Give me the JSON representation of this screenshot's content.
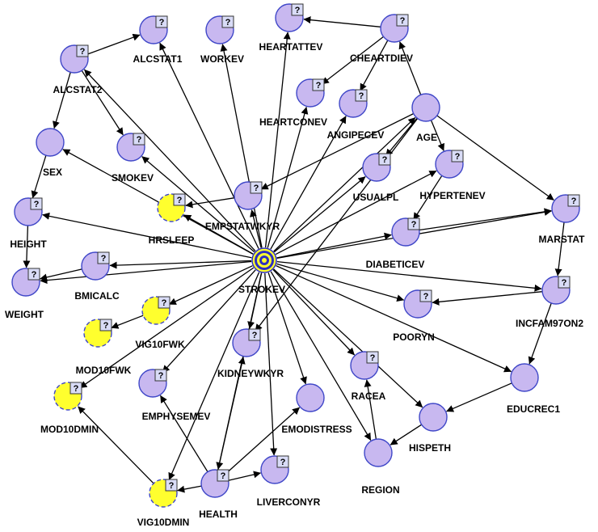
{
  "colors": {
    "node_fill": "#c8b8f0",
    "node_stroke": "#3f47c8",
    "hidden_fill": "#ffff2e",
    "target_ring": "#2d2fc0",
    "target_fill": "#ffff2e",
    "badge_fill": "#d9dcf7",
    "edge": "#000000"
  },
  "nodes": [
    {
      "id": "ALCSTAT1",
      "label": "ALCSTAT1",
      "badge": "?",
      "type": "normal"
    },
    {
      "id": "WORKEV",
      "label": "WORKEV",
      "badge": "?",
      "type": "normal"
    },
    {
      "id": "HEARTATTEV",
      "label": "HEARTATTEV",
      "badge": "?",
      "type": "normal"
    },
    {
      "id": "CHEARTDIEV",
      "label": "CHEARTDIEV",
      "badge": "?",
      "type": "normal"
    },
    {
      "id": "ALCSTAT2",
      "label": "ALCSTAT2",
      "badge": "?",
      "type": "normal"
    },
    {
      "id": "HEARTCONEV",
      "label": "HEARTCONEV",
      "badge": "?",
      "type": "normal"
    },
    {
      "id": "ANGIPECEV",
      "label": "ANGIPECEV",
      "badge": "?",
      "type": "normal"
    },
    {
      "id": "AGE",
      "label": "AGE",
      "badge": "",
      "type": "normal"
    },
    {
      "id": "SEX",
      "label": "SEX",
      "badge": "",
      "type": "normal"
    },
    {
      "id": "SMOKEV",
      "label": "SMOKEV",
      "badge": "?",
      "type": "normal"
    },
    {
      "id": "USUALPL",
      "label": "USUALPL",
      "badge": "?",
      "type": "normal"
    },
    {
      "id": "HYPERTENEV",
      "label": "HYPERTENEV",
      "badge": "?",
      "type": "normal"
    },
    {
      "id": "HEIGHT",
      "label": "HEIGHT",
      "badge": "?",
      "type": "normal"
    },
    {
      "id": "HRSLEEP",
      "label": "HRSLEEP",
      "badge": "?",
      "type": "hidden"
    },
    {
      "id": "EMPSTATWKYR",
      "label": "EMPSTATWKYR",
      "badge": "?",
      "type": "normal"
    },
    {
      "id": "MARSTAT",
      "label": "MARSTAT",
      "badge": "?",
      "type": "normal"
    },
    {
      "id": "DIABETICEV",
      "label": "DIABETICEV",
      "badge": "?",
      "type": "normal"
    },
    {
      "id": "BMICALC",
      "label": "BMICALC",
      "badge": "?",
      "type": "normal"
    },
    {
      "id": "WEIGHT",
      "label": "WEIGHT",
      "badge": "?",
      "type": "normal"
    },
    {
      "id": "STROKEV",
      "label": "STROKEV",
      "badge": "",
      "type": "target"
    },
    {
      "id": "INCFAM97ON2",
      "label": "INCFAM97ON2",
      "badge": "?",
      "type": "normal"
    },
    {
      "id": "POORYN",
      "label": "POORYN",
      "badge": "?",
      "type": "normal"
    },
    {
      "id": "VIG10FWK",
      "label": "VIG10FWK",
      "badge": "?",
      "type": "hidden"
    },
    {
      "id": "MOD10FWK",
      "label": "MOD10FWK",
      "badge": "?",
      "type": "hidden"
    },
    {
      "id": "KIDNEYWKYR",
      "label": "KIDNEYWKYR",
      "badge": "?",
      "type": "normal"
    },
    {
      "id": "RACEA",
      "label": "RACEA",
      "badge": "?",
      "type": "normal"
    },
    {
      "id": "EDUCREC1",
      "label": "EDUCREC1",
      "badge": "",
      "type": "normal"
    },
    {
      "id": "EMPHYSEMEV",
      "label": "EMPHYSEMEV",
      "badge": "?",
      "type": "normal"
    },
    {
      "id": "MOD10DMIN",
      "label": "MOD10DMIN",
      "badge": "?",
      "type": "hidden"
    },
    {
      "id": "EMODISTRESS",
      "label": "EMODISTRESS",
      "badge": "",
      "type": "normal"
    },
    {
      "id": "HISPETH",
      "label": "HISPETH",
      "badge": "",
      "type": "normal"
    },
    {
      "id": "REGION",
      "label": "REGION",
      "badge": "",
      "type": "normal"
    },
    {
      "id": "LIVERCONYR",
      "label": "LIVERCONYR",
      "badge": "?",
      "type": "normal"
    },
    {
      "id": "HEALTH",
      "label": "HEALTH",
      "badge": "?",
      "type": "normal"
    },
    {
      "id": "VIG10DMIN",
      "label": "VIG10DMIN",
      "badge": "?",
      "type": "hidden"
    }
  ],
  "edges": [
    [
      "STROKEV",
      "ALCSTAT2"
    ],
    [
      "STROKEV",
      "ALCSTAT1"
    ],
    [
      "STROKEV",
      "WORKEV"
    ],
    [
      "STROKEV",
      "HEARTATTEV"
    ],
    [
      "STROKEV",
      "HEARTCONEV"
    ],
    [
      "STROKEV",
      "ANGIPECEV"
    ],
    [
      "STROKEV",
      "AGE"
    ],
    [
      "STROKEV",
      "USUALPL"
    ],
    [
      "STROKEV",
      "HYPERTENEV"
    ],
    [
      "STROKEV",
      "SEX"
    ],
    [
      "STROKEV",
      "SMOKEV"
    ],
    [
      "STROKEV",
      "EMPSTATWKYR"
    ],
    [
      "STROKEV",
      "HRSLEEP"
    ],
    [
      "STROKEV",
      "HEIGHT"
    ],
    [
      "STROKEV",
      "BMICALC"
    ],
    [
      "STROKEV",
      "WEIGHT"
    ],
    [
      "STROKEV",
      "DIABETICEV"
    ],
    [
      "STROKEV",
      "MARSTAT"
    ],
    [
      "STROKEV",
      "INCFAM97ON2"
    ],
    [
      "STROKEV",
      "POORYN"
    ],
    [
      "STROKEV",
      "VIG10FWK"
    ],
    [
      "STROKEV",
      "MOD10DMIN"
    ],
    [
      "STROKEV",
      "KIDNEYWKYR"
    ],
    [
      "STROKEV",
      "EMPHYSEMEV"
    ],
    [
      "STROKEV",
      "EMODISTRESS"
    ],
    [
      "STROKEV",
      "LIVERCONYR"
    ],
    [
      "STROKEV",
      "RACEA"
    ],
    [
      "STROKEV",
      "HISPETH"
    ],
    [
      "STROKEV",
      "EDUCREC1"
    ],
    [
      "STROKEV",
      "REGION"
    ],
    [
      "STROKEV",
      "HEALTH"
    ],
    [
      "STROKEV",
      "VIG10DMIN"
    ],
    [
      "ALCSTAT2",
      "ALCSTAT1"
    ],
    [
      "ALCSTAT2",
      "SEX"
    ],
    [
      "ALCSTAT2",
      "SMOKEV"
    ],
    [
      "CHEARTDIEV",
      "HEARTATTEV"
    ],
    [
      "CHEARTDIEV",
      "HEARTCONEV"
    ],
    [
      "CHEARTDIEV",
      "ANGIPECEV"
    ],
    [
      "AGE",
      "CHEARTDIEV"
    ],
    [
      "AGE",
      "USUALPL"
    ],
    [
      "AGE",
      "HYPERTENEV"
    ],
    [
      "AGE",
      "MARSTAT"
    ],
    [
      "AGE",
      "EMPSTATWKYR"
    ],
    [
      "AGE",
      "KIDNEYWKYR"
    ],
    [
      "HYPERTENEV",
      "DIABETICEV"
    ],
    [
      "DIABETICEV",
      "MARSTAT"
    ],
    [
      "MARSTAT",
      "INCFAM97ON2"
    ],
    [
      "INCFAM97ON2",
      "POORYN"
    ],
    [
      "INCFAM97ON2",
      "EDUCREC1"
    ],
    [
      "SEX",
      "HEIGHT"
    ],
    [
      "HEIGHT",
      "WEIGHT"
    ],
    [
      "BMICALC",
      "WEIGHT"
    ],
    [
      "EMPSTATWKYR",
      "HRSLEEP"
    ],
    [
      "VIG10FWK",
      "MOD10FWK"
    ],
    [
      "EDUCREC1",
      "HISPETH"
    ],
    [
      "HISPETH",
      "REGION"
    ],
    [
      "REGION",
      "RACEA"
    ],
    [
      "HEALTH",
      "KIDNEYWKYR"
    ],
    [
      "HEALTH",
      "EMPHYSEMEV"
    ],
    [
      "HEALTH",
      "EMODISTRESS"
    ],
    [
      "HEALTH",
      "LIVERCONYR"
    ],
    [
      "HEALTH",
      "VIG10DMIN"
    ],
    [
      "VIG10DMIN",
      "MOD10DMIN"
    ]
  ]
}
